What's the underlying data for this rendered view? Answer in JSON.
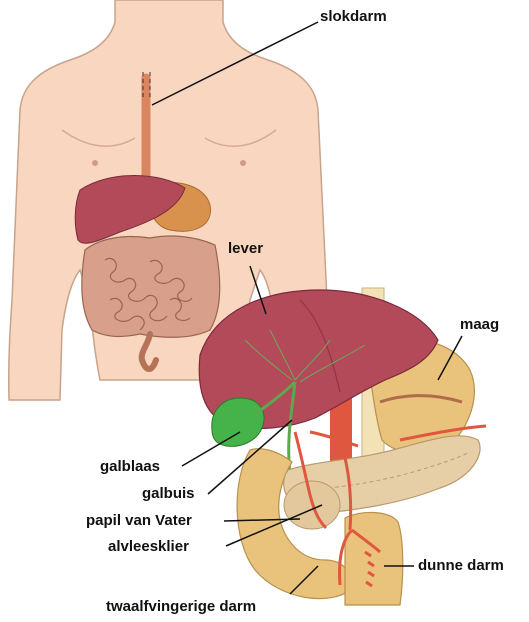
{
  "labels": {
    "slokdarm": "slokdarm",
    "lever": "lever",
    "maag": "maag",
    "galblaas": "galblaas",
    "galbuis": "galbuis",
    "papil": "papil van Vater",
    "alvleesklier": "alvleesklier",
    "dunne_darm": "dunne darm",
    "twaalfvingerige_darm": "twaalfvingerige darm"
  },
  "colors": {
    "skin": "#f8d6bf",
    "skin_outline": "#c9a38c",
    "liver": "#b24a5a",
    "stomach": "#e9c27c",
    "intestine": "#d8a08a",
    "gallbladder": "#46b24a",
    "bile_duct": "#5ca84c",
    "pancreas": "#e6cfa7",
    "artery": "#e0573f",
    "esophagus": "#d98560",
    "label_line": "#111111"
  }
}
